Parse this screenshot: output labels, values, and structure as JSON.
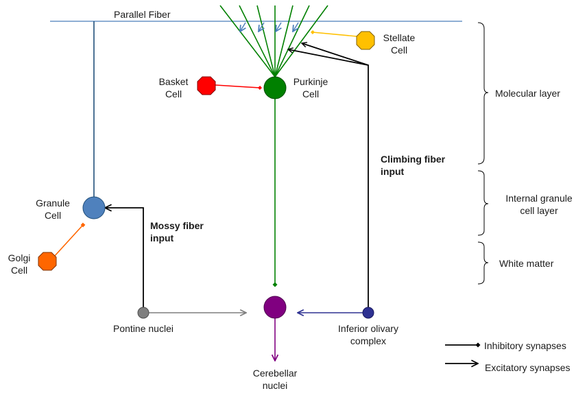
{
  "fibers": {
    "parallel": "Parallel Fiber",
    "climbing": [
      "Climbing fiber",
      "input"
    ],
    "mossy": [
      "Mossy fiber",
      "input"
    ]
  },
  "cells": {
    "stellate": [
      "Stellate",
      "Cell"
    ],
    "basket": [
      "Basket",
      "Cell"
    ],
    "purkinje": [
      "Purkinje",
      "Cell"
    ],
    "granule": [
      "Granule",
      "Cell"
    ],
    "golgi": [
      "Golgi",
      "Cell"
    ]
  },
  "nuclei": {
    "pontine": "Pontine nuclei",
    "inferior_olivary": [
      "Inferior olivary",
      "complex"
    ],
    "cerebellar": [
      "Cerebellar",
      "nuclei"
    ]
  },
  "layers": {
    "molecular": "Molecular layer",
    "internal_granule": [
      "Internal granule",
      "cell layer"
    ],
    "white_matter": "White matter"
  },
  "legend": {
    "inhibitory": "Inhibitory synapses",
    "excitatory": "Excitatory synapses"
  },
  "colors": {
    "parallel_fiber": "#4a7ebb",
    "purkinje": "#008000",
    "granule": "#4f81bd",
    "stellate": "#ffc000",
    "basket": "#ff0000",
    "golgi": "#ff6600",
    "cerebellar_nuclei": "#800080",
    "pontine": "#7f7f7f",
    "inferior_olivary": "#2e3192"
  }
}
